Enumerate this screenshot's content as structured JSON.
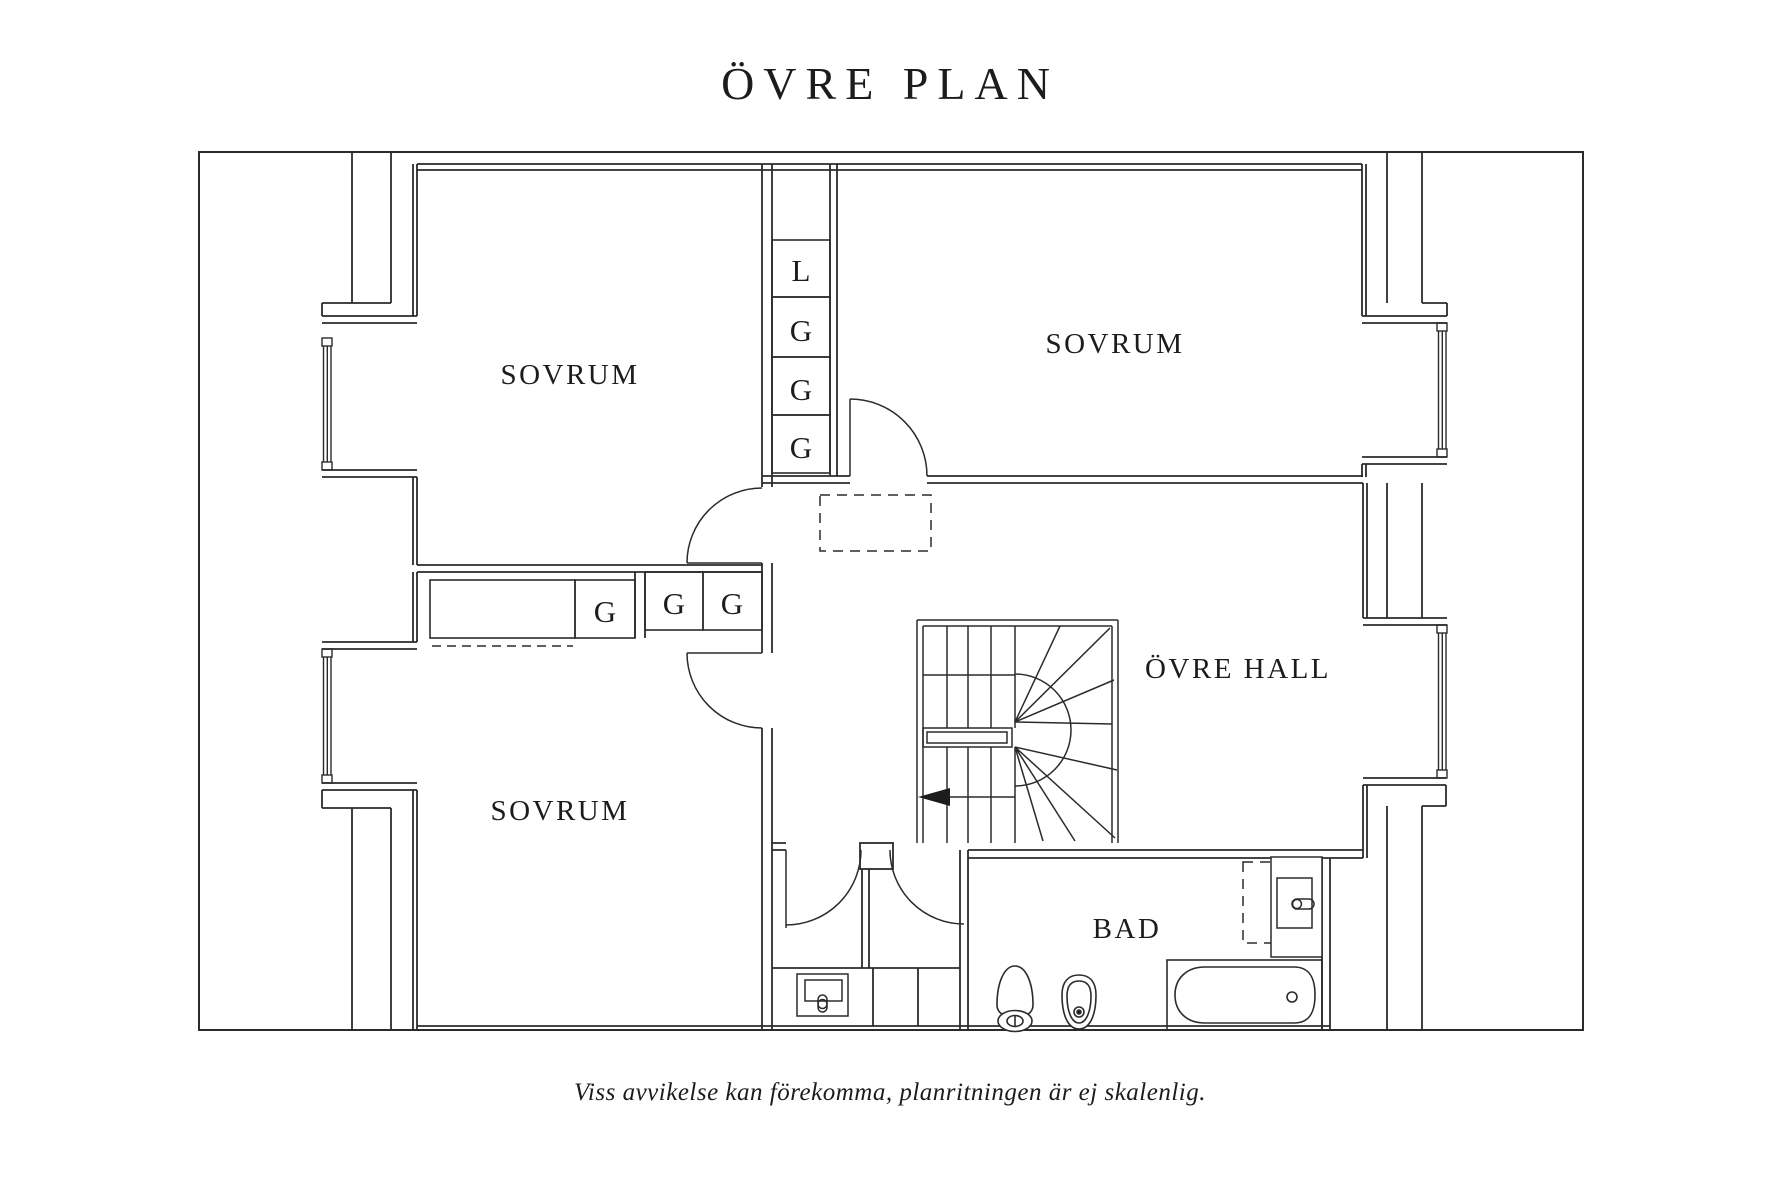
{
  "title": "ÖVRE PLAN",
  "footer_note": "Viss avvikelse kan förekomma, planritningen är ej skalenlig.",
  "rooms": {
    "bedroom_top_left": "SOVRUM",
    "bedroom_top_right": "SOVRUM",
    "bedroom_bottom_left": "SOVRUM",
    "upper_hall": "ÖVRE HALL",
    "bathroom": "BAD"
  },
  "closets": {
    "vertical_stack": [
      "L",
      "G",
      "G",
      "G"
    ],
    "horizontal_row": [
      "G",
      "G",
      "G"
    ]
  },
  "colors": {
    "line": "#2b2b2b",
    "text": "#1c1c1c",
    "background": "#ffffff"
  }
}
